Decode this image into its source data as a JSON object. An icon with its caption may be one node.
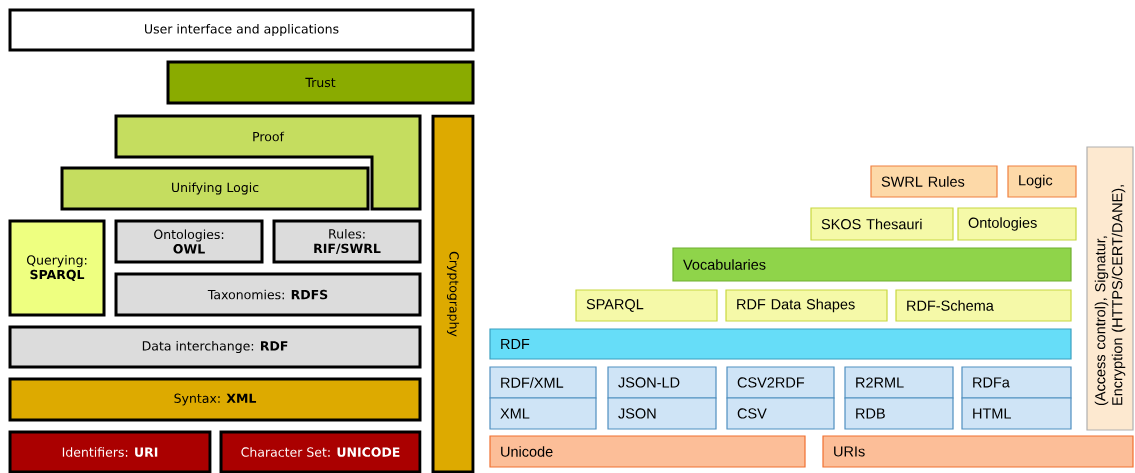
{
  "diagram": {
    "nodes": [
      {
        "text": [
          "User interface and applications"
        ]
      },
      {
        "text": [
          "Trust"
        ]
      },
      {
        "text": [
          "Proof"
        ]
      },
      {
        "text": [
          "Unifying Logic"
        ]
      },
      {
        "text": [
          "Querying: **SPARQL**"
        ]
      },
      {
        "text": [
          "Ontologies: **OWL**"
        ]
      },
      {
        "text": [
          "Rules: **RIF/SWRL**"
        ]
      },
      {
        "text": [
          "Taxonomies: **RDFS**"
        ]
      },
      {
        "text": [
          "Data interchange: **RDF**"
        ]
      },
      {
        "text": [
          "Syntax: **XML**"
        ]
      },
      {
        "text": [
          "Identifiers: **URI**"
        ]
      },
      {
        "text": [
          "Character Set: **UNICODE**"
        ]
      },
      {
        "text": [
          "Cryptography"
        ]
      },
      {
        "text": [
          "SWRL Rules"
        ]
      },
      {
        "text": [
          "Logic"
        ]
      },
      {
        "text": [
          "SKOS Thesauri"
        ]
      },
      {
        "text": [
          "Ontologies"
        ]
      },
      {
        "text": [
          "Vocabularies"
        ]
      },
      {
        "text": [
          "SPARQL"
        ]
      },
      {
        "text": [
          "RDF Data Shapes"
        ]
      },
      {
        "text": [
          "RDF-Schema"
        ]
      },
      {
        "text": [
          "RDF"
        ]
      },
      {
        "text": [
          "RDF/XML"
        ]
      },
      {
        "text": [
          "JSON-LD"
        ]
      },
      {
        "text": [
          "CSV2RDF"
        ]
      },
      {
        "text": [
          "R2RML"
        ]
      },
      {
        "text": [
          "RDFa"
        ]
      },
      {
        "text": [
          "XML"
        ]
      },
      {
        "text": [
          "JSON"
        ]
      },
      {
        "text": [
          "CSV"
        ]
      },
      {
        "text": [
          "RDB"
        ]
      },
      {
        "text": [
          "HTML"
        ]
      },
      {
        "text": [
          "Unicode"
        ]
      },
      {
        "text": [
          "URIs"
        ]
      },
      {
        "text": [
          "(Access control), Signatur, Encryption (HTTPS/CERT/DANE),"
        ]
      }
    ]
  }
}
